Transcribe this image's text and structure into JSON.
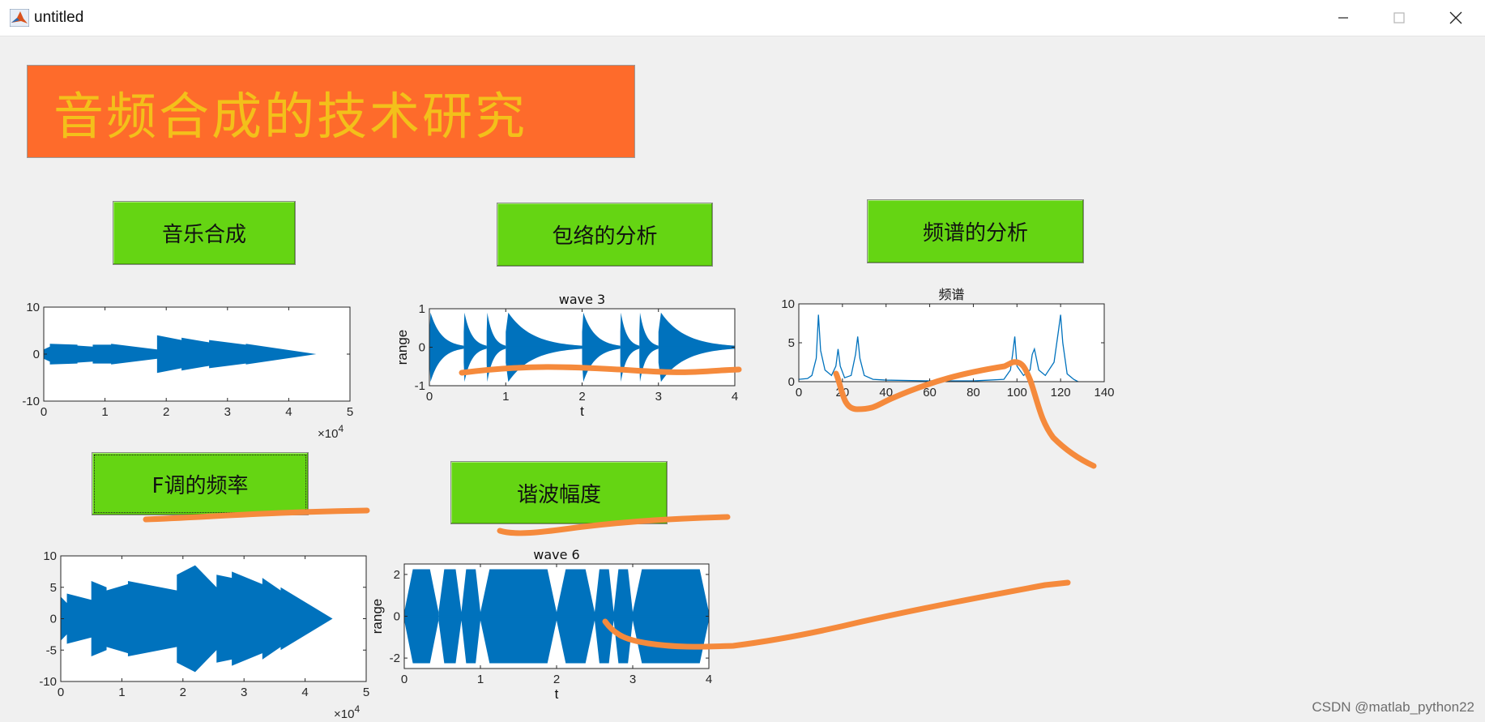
{
  "window": {
    "title": "untitled",
    "minimize_icon": "minimize-icon",
    "maximize_icon": "maximize-icon",
    "close_icon": "close-icon"
  },
  "header": {
    "text": "音频合成的技术研究"
  },
  "buttons": {
    "music_synthesis": "音乐合成",
    "envelope_analysis": "包络的分析",
    "spectrum_analysis": "频谱的分析",
    "f_key_frequency": "F调的频率",
    "harmonic_amplitude": "谐波幅度"
  },
  "colors": {
    "header_bg": "#fe6b2b",
    "header_text": "#f3c01a",
    "button_bg": "#65d513",
    "plot_line": "#0072bd",
    "annotation": "#f58a3c"
  },
  "watermark": "CSDN @matlab_python22",
  "chart_data": [
    {
      "id": "plot1",
      "type": "line",
      "title": "",
      "xlabel": "",
      "ylabel": "",
      "xlim": [
        0,
        5
      ],
      "ylim": [
        -10,
        10
      ],
      "xticks": [
        "0",
        "1",
        "2",
        "3",
        "4",
        "5"
      ],
      "yticks": [
        "10",
        "0",
        "-10"
      ],
      "exponent_label": "×10",
      "exponent_power": "4",
      "x": [
        0,
        0.1,
        0.1,
        0.55,
        0.55,
        0.8,
        0.8,
        1.1,
        1.1,
        1.85,
        1.85,
        2.25,
        2.25,
        2.7,
        2.7,
        3.3,
        3.3,
        4.45
      ],
      "y_amplitude": [
        1.0,
        1.6,
        2.2,
        2.0,
        1.8,
        1.6,
        2.0,
        2.0,
        2.2,
        1.0,
        4.0,
        3.0,
        3.5,
        2.5,
        3.0,
        2.0,
        2.2,
        0.0
      ]
    },
    {
      "id": "plot2",
      "type": "line",
      "title": "wave 3",
      "xlabel": "t",
      "ylabel": "range",
      "xlim": [
        0,
        4
      ],
      "ylim": [
        -1,
        1
      ],
      "xticks": [
        "0",
        "1",
        "2",
        "3",
        "4"
      ],
      "yticks": [
        "1",
        "0",
        "-1"
      ],
      "note_onsets": [
        0,
        0.45,
        0.75,
        1.0,
        2.0,
        2.5,
        2.75,
        3.0
      ]
    },
    {
      "id": "plot3",
      "type": "line",
      "title": "频谱",
      "xlabel": "",
      "ylabel": "",
      "xlim": [
        0,
        140
      ],
      "ylim": [
        0,
        10
      ],
      "xticks": [
        "0",
        "20",
        "40",
        "60",
        "80",
        "100",
        "120",
        "140"
      ],
      "yticks": [
        "10",
        "5",
        "0"
      ],
      "x": [
        0,
        4,
        6,
        8,
        9,
        10,
        12,
        15,
        17,
        18,
        19,
        21,
        24,
        26,
        27,
        28,
        30,
        34,
        40,
        60,
        80,
        94,
        97,
        98,
        99,
        100,
        103,
        106,
        107,
        108,
        110,
        113,
        117,
        119,
        120,
        121,
        123,
        126,
        128
      ],
      "y": [
        0.3,
        0.4,
        0.8,
        3.0,
        8.6,
        4.0,
        1.5,
        0.8,
        2.0,
        4.2,
        2.0,
        0.5,
        0.8,
        3.5,
        5.8,
        3.0,
        0.8,
        0.3,
        0.2,
        0.1,
        0.1,
        0.3,
        1.5,
        3.5,
        5.8,
        2.0,
        0.8,
        1.5,
        3.5,
        4.2,
        1.5,
        0.8,
        2.5,
        6.5,
        8.6,
        5.0,
        1.0,
        0.3,
        0.0
      ]
    },
    {
      "id": "plot4",
      "type": "line",
      "title": "",
      "xlabel": "",
      "ylabel": "",
      "xlim": [
        0,
        5
      ],
      "ylim": [
        -10,
        10
      ],
      "xticks": [
        "0",
        "1",
        "2",
        "3",
        "4",
        "5"
      ],
      "yticks": [
        "10",
        "5",
        "0",
        "-5",
        "-10"
      ],
      "exponent_label": "×10",
      "exponent_power": "4",
      "x": [
        0,
        0.1,
        0.1,
        0.5,
        0.5,
        0.75,
        0.75,
        1.1,
        1.1,
        1.9,
        1.9,
        2.2,
        2.2,
        2.55,
        2.55,
        2.8,
        2.8,
        3.3,
        3.3,
        3.6,
        3.6,
        4.45
      ],
      "y_amplitude": [
        3.5,
        2.5,
        4.0,
        3.0,
        6.0,
        5.0,
        4.5,
        5.5,
        6.0,
        4.5,
        7.0,
        8.5,
        8.5,
        5.0,
        7.0,
        6.5,
        7.5,
        5.5,
        6.5,
        4.5,
        5.0,
        0.0
      ]
    },
    {
      "id": "plot5",
      "type": "line",
      "title": "wave 6",
      "xlabel": "t",
      "ylabel": "range",
      "xlim": [
        0,
        4
      ],
      "ylim": [
        -2.5,
        2.5
      ],
      "xticks": [
        "0",
        "1",
        "2",
        "3",
        "4"
      ],
      "yticks": [
        "2",
        "0",
        "-2"
      ],
      "note_onsets": [
        0,
        0.45,
        0.75,
        1.0,
        2.0,
        2.5,
        2.75,
        3.0
      ]
    }
  ]
}
